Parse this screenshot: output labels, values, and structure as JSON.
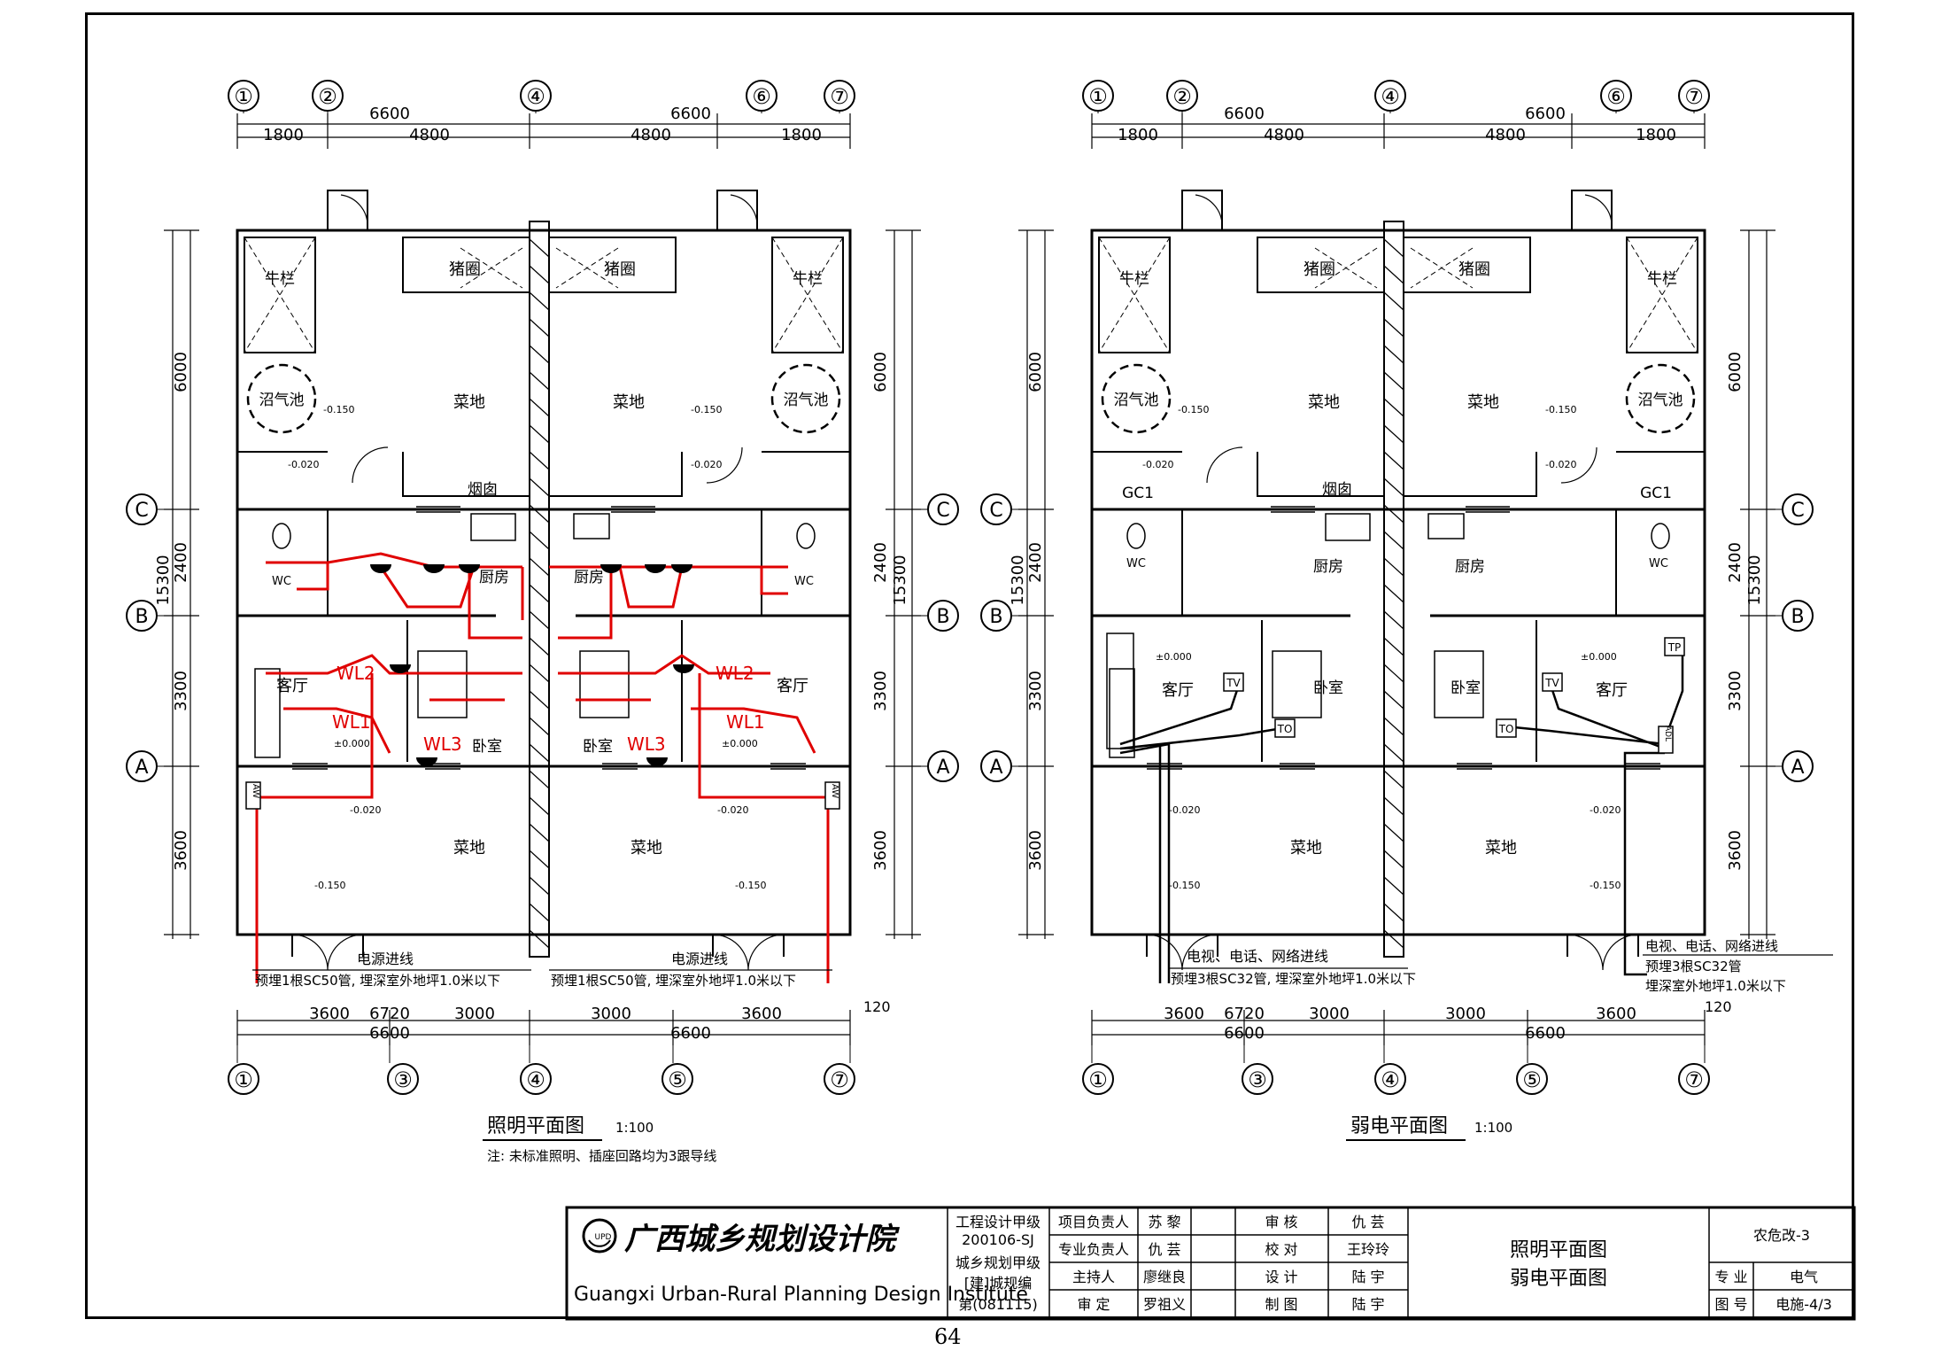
{
  "plans": {
    "left": {
      "title": "照明平面图",
      "scale": "1:100",
      "note": "注: 未标准照明、插座回路均为3跟导线",
      "top_axes": [
        "①",
        "②",
        "④",
        "⑥",
        "⑦"
      ],
      "top_dims_total": [
        "6600",
        "6600"
      ],
      "top_dims_detail": [
        "1800",
        "4800",
        "4800",
        "1800"
      ],
      "bottom_axes": [
        "①",
        "③",
        "④",
        "⑤",
        "⑦"
      ],
      "bottom_dims_detail": [
        "3600",
        "6720",
        "3000",
        "3000",
        "3600"
      ],
      "bottom_dims_total": [
        "6600",
        "6600"
      ],
      "bottom_end_dim": "120",
      "side_axes": [
        "C",
        "B",
        "A"
      ],
      "side_dims": [
        "6000",
        "2400",
        "15300",
        "3300",
        "3600",
        "120"
      ],
      "rooms": {
        "pigpen": "猪圈",
        "cattle": "牛栏",
        "biogas": "沼气池",
        "garden": "菜地",
        "chimney": "烟囱",
        "kitchen": "厨房",
        "wc": "WC",
        "living": "客厅",
        "bedroom": "卧室"
      },
      "levels": [
        "-0.150",
        "-0.020",
        "±0.000"
      ],
      "circuits": [
        "WL1",
        "WL2",
        "WL3"
      ],
      "panel": "AW",
      "entry_label": "电源进线",
      "entry_spec": "预埋1根SC50管, 埋深室外地坪1.0米以下"
    },
    "right": {
      "title": "弱电平面图",
      "scale": "1:100",
      "top_axes": [
        "①",
        "②",
        "④",
        "⑥",
        "⑦"
      ],
      "top_dims_total": [
        "6600",
        "6600"
      ],
      "top_dims_detail": [
        "1800",
        "4800",
        "4800",
        "1800"
      ],
      "bottom_axes": [
        "①",
        "③",
        "④",
        "⑤",
        "⑦"
      ],
      "bottom_dims_detail": [
        "3600",
        "6720",
        "3000",
        "3000",
        "3600"
      ],
      "bottom_dims_total": [
        "6600",
        "6600"
      ],
      "bottom_end_dim": "120",
      "side_axes": [
        "C",
        "B",
        "A"
      ],
      "side_dims": [
        "6000",
        "2400",
        "15300",
        "3300",
        "3600",
        "120"
      ],
      "gc_label": "GC1",
      "tv_label": "TV",
      "to_label": "TO",
      "tp_label": "TP",
      "adl_label": "ADL",
      "entry_label": "电视、电话、网络进线",
      "entry_spec": "预埋3根SC32管, 埋深室外地坪1.0米以下",
      "entry_spec_right_1": "预埋3根SC32管",
      "entry_spec_right_2": "埋深室外地坪1.0米以下"
    }
  },
  "title_block": {
    "institute_cn": "广西城乡规划设计院",
    "institute_en": "Guangxi Urban-Rural Planning Design Institute",
    "logo_text": "UPD",
    "cert": [
      "工程设计甲级",
      "200106-SJ",
      "城乡规划甲级",
      "[建]城规编",
      "第(081115)"
    ],
    "roles": [
      {
        "role": "项目负责人",
        "name": "苏 黎"
      },
      {
        "role": "专业负责人",
        "name": "仇 芸"
      },
      {
        "role": "主持人",
        "name": "廖继良"
      },
      {
        "role": "审 定",
        "name": "罗祖义"
      }
    ],
    "checks": [
      {
        "role": "审 核",
        "name": "仇 芸"
      },
      {
        "role": "校 对",
        "name": "王玲玲"
      },
      {
        "role": "设 计",
        "name": "陆 宇"
      },
      {
        "role": "制 图",
        "name": "陆 宇"
      }
    ],
    "drawing_name_1": "照明平面图",
    "drawing_name_2": "弱电平面图",
    "project": "农危改-3",
    "discipline_label": "专 业",
    "discipline": "电气",
    "sheet_label": "图 号",
    "sheet_no": "电施-4/3"
  },
  "page_number": "64"
}
